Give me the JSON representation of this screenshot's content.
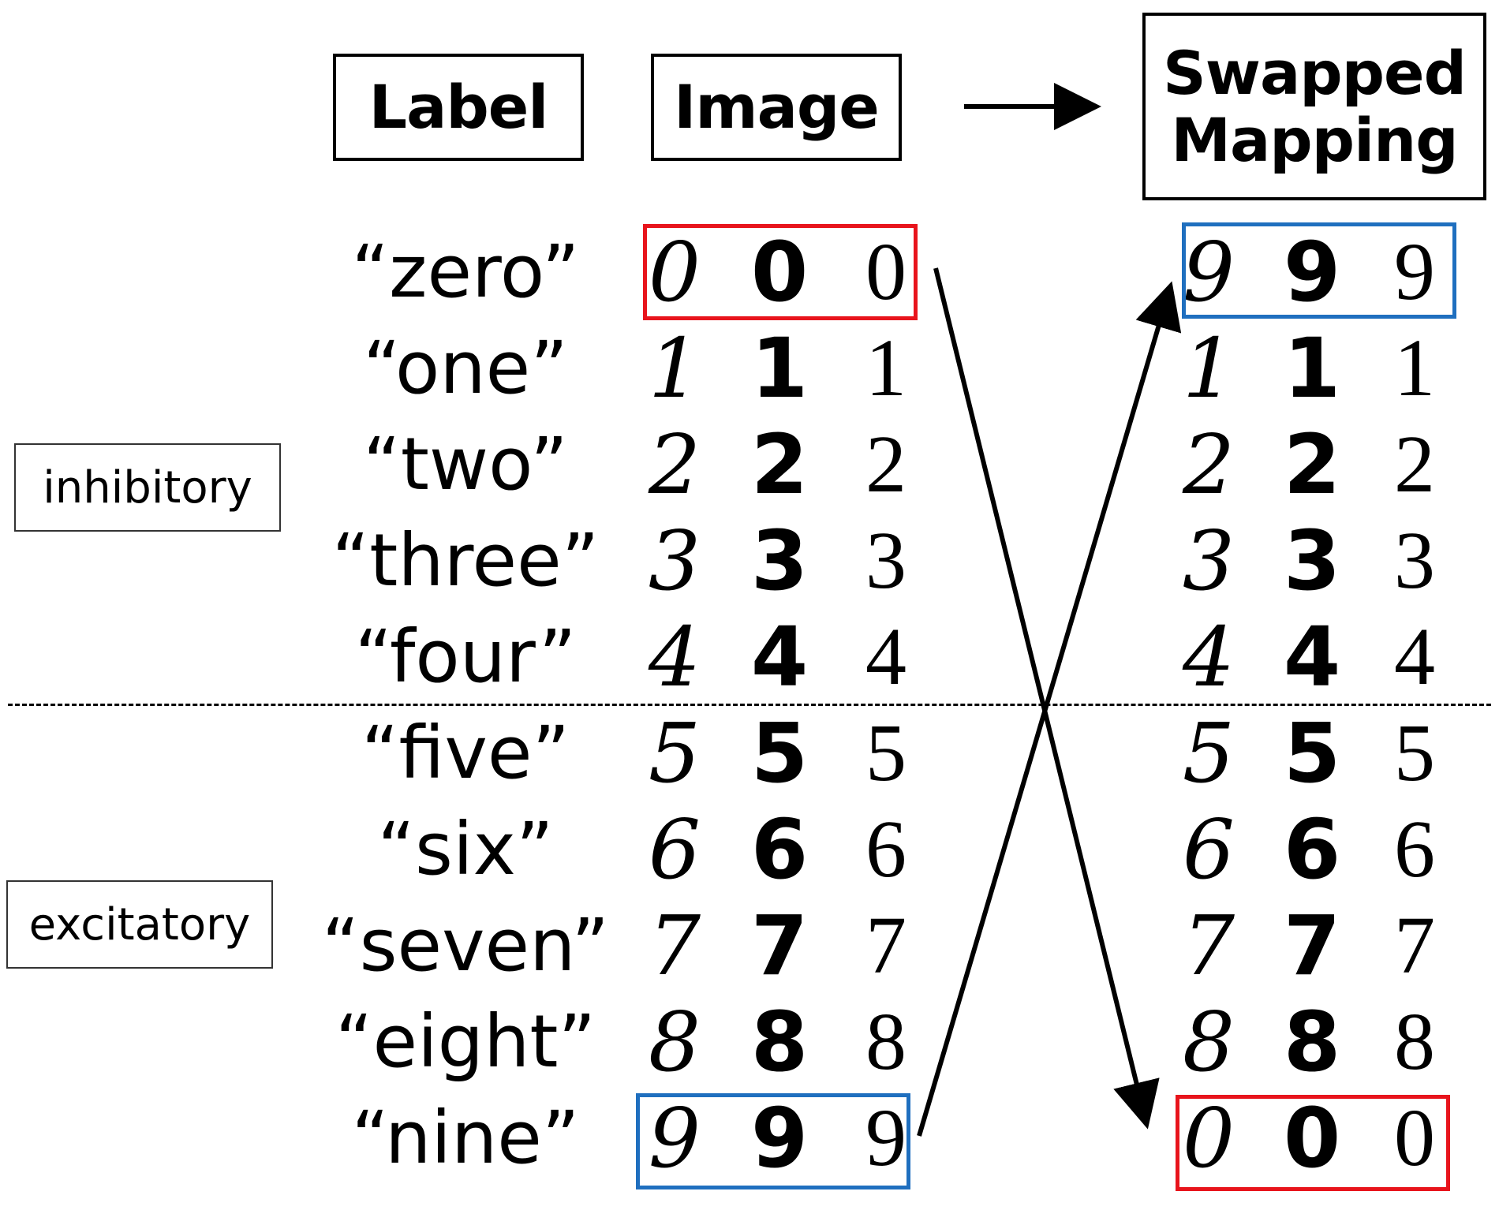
{
  "headers": {
    "label": "Label",
    "image": "Image",
    "swapped_line1": "Swapped",
    "swapped_line2": "Mapping"
  },
  "groups": {
    "inhibitory": "inhibitory",
    "excitatory": "excitatory"
  },
  "rows": [
    {
      "label": "“zero”",
      "digits": [
        "0",
        "0",
        "0"
      ],
      "swapped": [
        "9",
        "9",
        "9"
      ]
    },
    {
      "label": "“one”",
      "digits": [
        "1",
        "1",
        "1"
      ],
      "swapped": [
        "1",
        "1",
        "1"
      ]
    },
    {
      "label": "“two”",
      "digits": [
        "2",
        "2",
        "2"
      ],
      "swapped": [
        "2",
        "2",
        "2"
      ]
    },
    {
      "label": "“three”",
      "digits": [
        "3",
        "3",
        "3"
      ],
      "swapped": [
        "3",
        "3",
        "3"
      ]
    },
    {
      "label": "“four”",
      "digits": [
        "4",
        "4",
        "4"
      ],
      "swapped": [
        "4",
        "4",
        "4"
      ]
    },
    {
      "label": "“five”",
      "digits": [
        "5",
        "5",
        "5"
      ],
      "swapped": [
        "5",
        "5",
        "5"
      ]
    },
    {
      "label": "“six”",
      "digits": [
        "6",
        "6",
        "6"
      ],
      "swapped": [
        "6",
        "6",
        "6"
      ]
    },
    {
      "label": "“seven”",
      "digits": [
        "7",
        "7",
        "7"
      ],
      "swapped": [
        "7",
        "7",
        "7"
      ]
    },
    {
      "label": "“eight”",
      "digits": [
        "8",
        "8",
        "8"
      ],
      "swapped": [
        "8",
        "8",
        "8"
      ]
    },
    {
      "label": "“nine”",
      "digits": [
        "9",
        "9",
        "9"
      ],
      "swapped": [
        "0",
        "0",
        "0"
      ]
    }
  ],
  "colors": {
    "zero_highlight": "#e8141c",
    "nine_highlight": "#1f6fbf"
  }
}
